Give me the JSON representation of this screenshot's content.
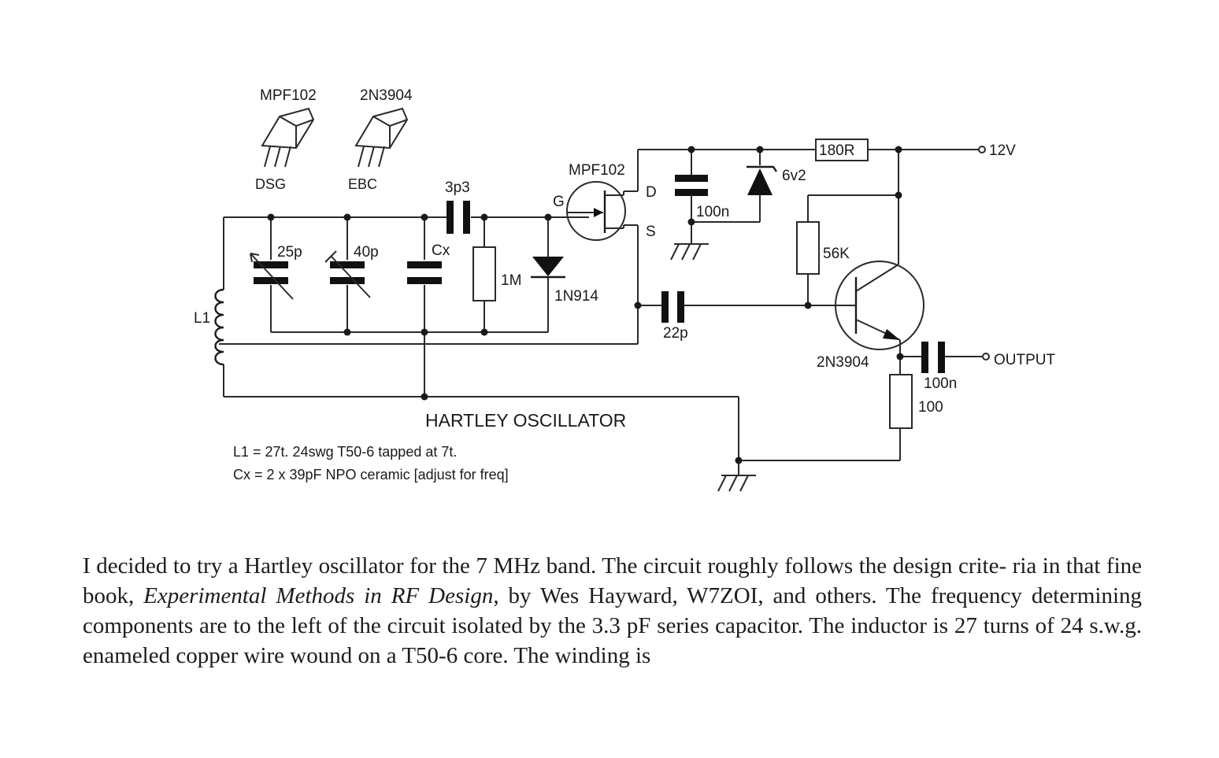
{
  "pinouts": {
    "jfet": {
      "part": "MPF102",
      "pins": "DSG"
    },
    "bjt": {
      "part": "2N3904",
      "pins": "EBC"
    }
  },
  "components": {
    "c_3p3": "3p3",
    "jfet_label": "MPF102",
    "gate": "G",
    "drain": "D",
    "source": "S",
    "c_100n_top": "100n",
    "zener": "6v2",
    "r_180": "180R",
    "supply": "12V",
    "vc_25p": "25p",
    "vc_40p": "40p",
    "cx": "Cx",
    "r_1m": "1M",
    "diode": "1N914",
    "c_22p": "22p",
    "r_56k": "56K",
    "inductor": "L1",
    "bjt_label": "2N3904",
    "c_100n_out": "100n",
    "r_100": "100",
    "output": "OUTPUT"
  },
  "title": "HARTLEY OSCILLATOR",
  "notes": [
    "L1 = 27t. 24swg T50-6 tapped at 7t.",
    "Cx = 2 x 39pF NPO ceramic [adjust for freq]"
  ],
  "article": {
    "p1": "I decided to try a Hartley oscillator for the 7 MHz band. The circuit roughly follows the design crite- ria in that fine book, ",
    "book": "Experimental Methods in RF Design",
    "p2": ", by Wes Hayward, W7ZOI, and others. The frequency determining components are to the left of the circuit isolated by the 3.3 pF series capacitor. The inductor is 27 turns of 24 s.w.g. enameled copper wire wound on a T50-6 core. The winding is"
  }
}
